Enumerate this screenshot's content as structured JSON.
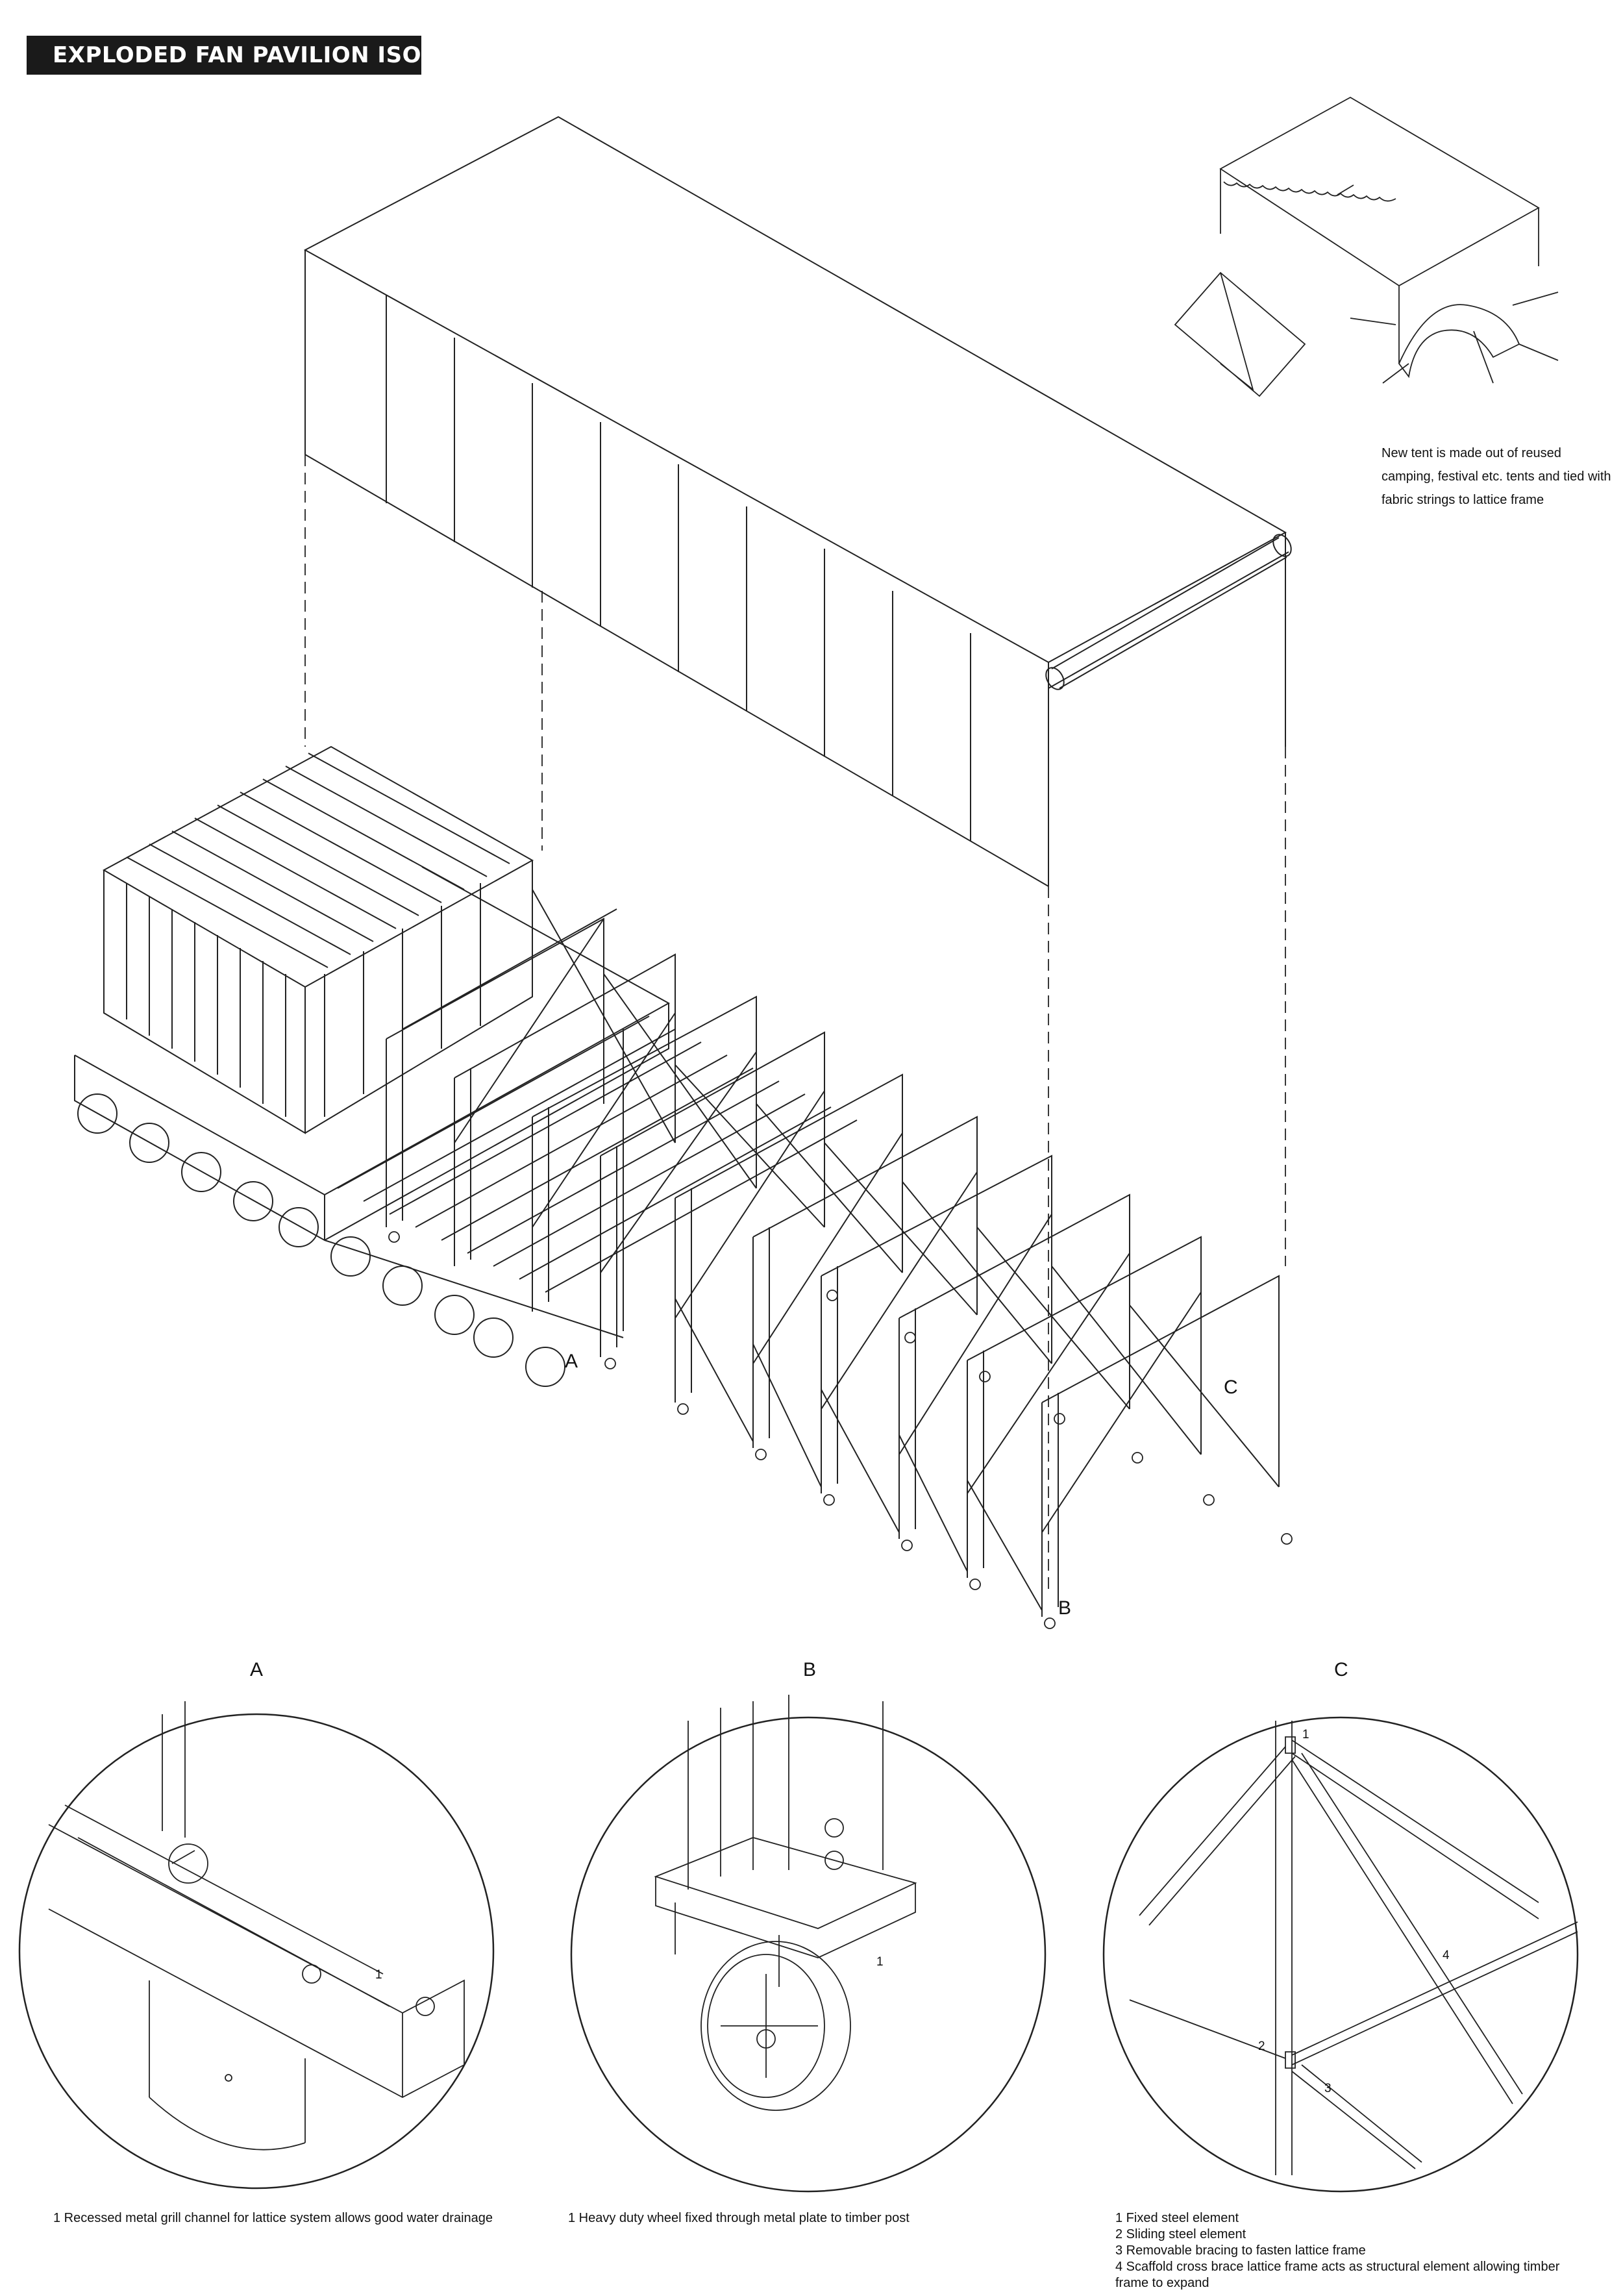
{
  "title": "EXPLODED FAN PAVILION ISO",
  "tent_note": "New tent is made out of reused camping, festival etc. tents and tied with fabric strings to lattice frame",
  "main_labels": {
    "a": "A",
    "b": "B",
    "c": "C"
  },
  "details": {
    "a": {
      "heading": "A",
      "callouts": [
        "1"
      ],
      "caption": "1 Recessed metal grill channel for lattice system allows good water drainage"
    },
    "b": {
      "heading": "B",
      "callouts": [
        "1"
      ],
      "caption": "1 Heavy duty wheel fixed through metal plate to timber post"
    },
    "c": {
      "heading": "C",
      "callouts": [
        "1",
        "2",
        "3",
        "4"
      ],
      "caption_lines": [
        "1 Fixed steel element",
        "2 Sliding steel element",
        "3 Removable bracing to fasten lattice frame",
        "4 Scaffold cross brace lattice frame acts as structural element allowing timber frame to expand"
      ]
    }
  }
}
